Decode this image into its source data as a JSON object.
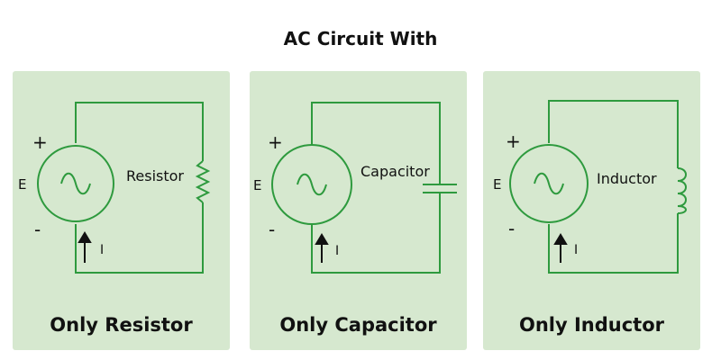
{
  "title": "AC Circuit With",
  "panels": [
    {
      "caption": "Only Resistor",
      "component": "Resistor",
      "plus": "+",
      "minus": "-",
      "source": "E",
      "current": "I"
    },
    {
      "caption": "Only Capacitor",
      "component": "Capacitor",
      "plus": "+",
      "minus": "-",
      "source": "E",
      "current": "I"
    },
    {
      "caption": "Only Inductor",
      "component": "Inductor",
      "plus": "+",
      "minus": "-",
      "source": "E",
      "current": "I"
    }
  ],
  "colors": {
    "wire": "#2e9a3e",
    "panel": "#d6e8cf"
  }
}
